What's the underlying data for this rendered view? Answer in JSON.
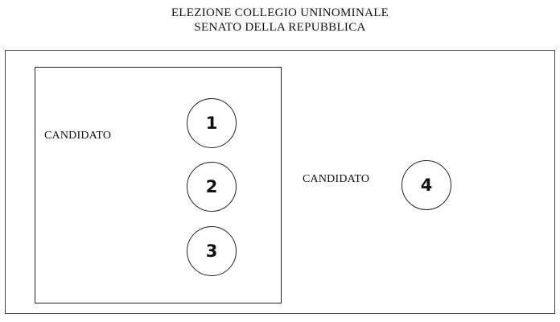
{
  "header": {
    "line1": "ELEZIONE COLLEGIO UNINOMINALE",
    "line2": "SENATO DELLA REPUBBLICA"
  },
  "group": {
    "candidate_label": "CANDIDATO",
    "numbers": [
      "1",
      "2",
      "3"
    ]
  },
  "single": {
    "candidate_label": "CANDIDATO",
    "number": "4"
  }
}
